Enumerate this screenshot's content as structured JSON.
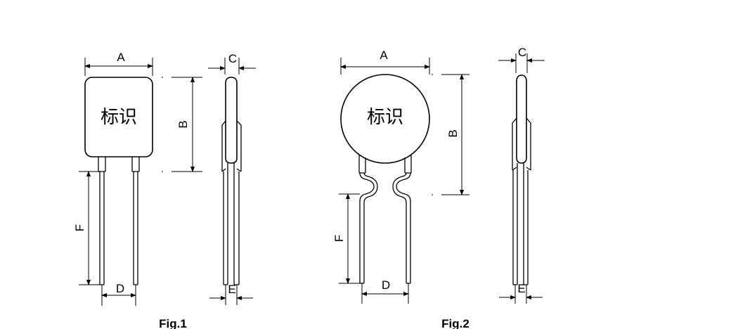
{
  "fig1": {
    "marking": "标识",
    "dim_a": "A",
    "dim_b": "B",
    "dim_c": "C",
    "dim_d": "D",
    "dim_e": "E",
    "dim_f": "F",
    "caption": "Fig.1"
  },
  "fig2": {
    "marking": "标识",
    "dim_a": "A",
    "dim_b": "B",
    "dim_c": "C",
    "dim_d": "D",
    "dim_e": "E",
    "dim_f": "F",
    "caption": "Fig.2"
  }
}
